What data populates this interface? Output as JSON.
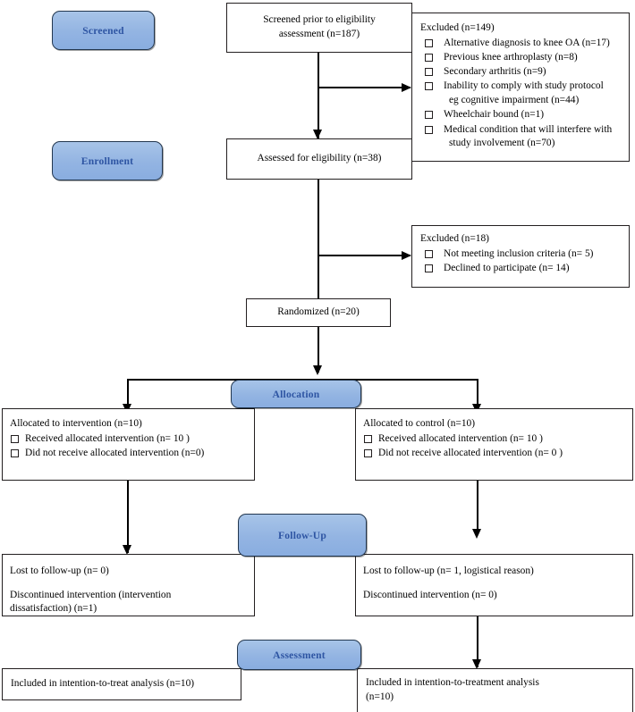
{
  "diagram": {
    "title": "CONSORT participant flow diagram",
    "accent_pill_fill": "#93b4e2",
    "accent_pill_text": "#2e55a3",
    "border_color": "#231f20",
    "connector_color": "#000000"
  },
  "stage_labels": {
    "screened": "Screened",
    "enrollment": "Enrollment",
    "allocation": "Allocation",
    "followup": "Follow-Up",
    "assessment": "Assessment"
  },
  "boxes": {
    "screened": {
      "line1": "Screened prior to eligibility",
      "line2": "assessment (n=187)"
    },
    "excluded_screening": {
      "heading": "Excluded (n=149)",
      "items": [
        {
          "text": "Alternative diagnosis to knee OA (n=17)"
        },
        {
          "text": "Previous knee arthroplasty (n=8)"
        },
        {
          "text": "Secondary arthritis (n=9)"
        },
        {
          "text": "Inability to comply with study protocol",
          "sub": "eg cognitive impairment (n=44)"
        },
        {
          "text": "Wheelchair bound (n=1)"
        },
        {
          "text": "Medical condition that will interfere with",
          "sub": "study involvement (n=70)"
        }
      ]
    },
    "assessed": {
      "line1": "Assessed for eligibility (n=38)"
    },
    "excluded_eligibility": {
      "heading": "Excluded (n=18)",
      "items": [
        {
          "text": "Not meeting inclusion criteria (n= 5)"
        },
        {
          "text": "Declined to participate (n= 14)"
        }
      ]
    },
    "randomized": {
      "line1": "Randomized (n=20)"
    },
    "allocation_left": {
      "heading": "Allocated to intervention (n=10)",
      "items": [
        {
          "text": "Received allocated intervention (n= 10 )"
        },
        {
          "text": "Did not receive allocated intervention (n=0)"
        }
      ]
    },
    "allocation_right": {
      "heading": "Allocated to control (n=10)",
      "items": [
        {
          "text": "Received allocated intervention (n= 10 )"
        },
        {
          "text": "Did not receive allocated intervention (n= 0 )"
        }
      ]
    },
    "followup_left": {
      "line1": "Lost to follow-up (n= 0)",
      "line2": "Discontinued intervention (intervention",
      "line3": "dissatisfaction) (n=1)"
    },
    "followup_right": {
      "line1": "Lost to follow-up (n= 1, logistical reason)",
      "line2": "Discontinued intervention (n= 0)"
    },
    "analysis_left": {
      "line1": "Included in intention-to-treat analysis (n=10)"
    },
    "analysis_right": {
      "line1": "Included in intention-to-treatment analysis",
      "line2": "(n=10)"
    }
  }
}
